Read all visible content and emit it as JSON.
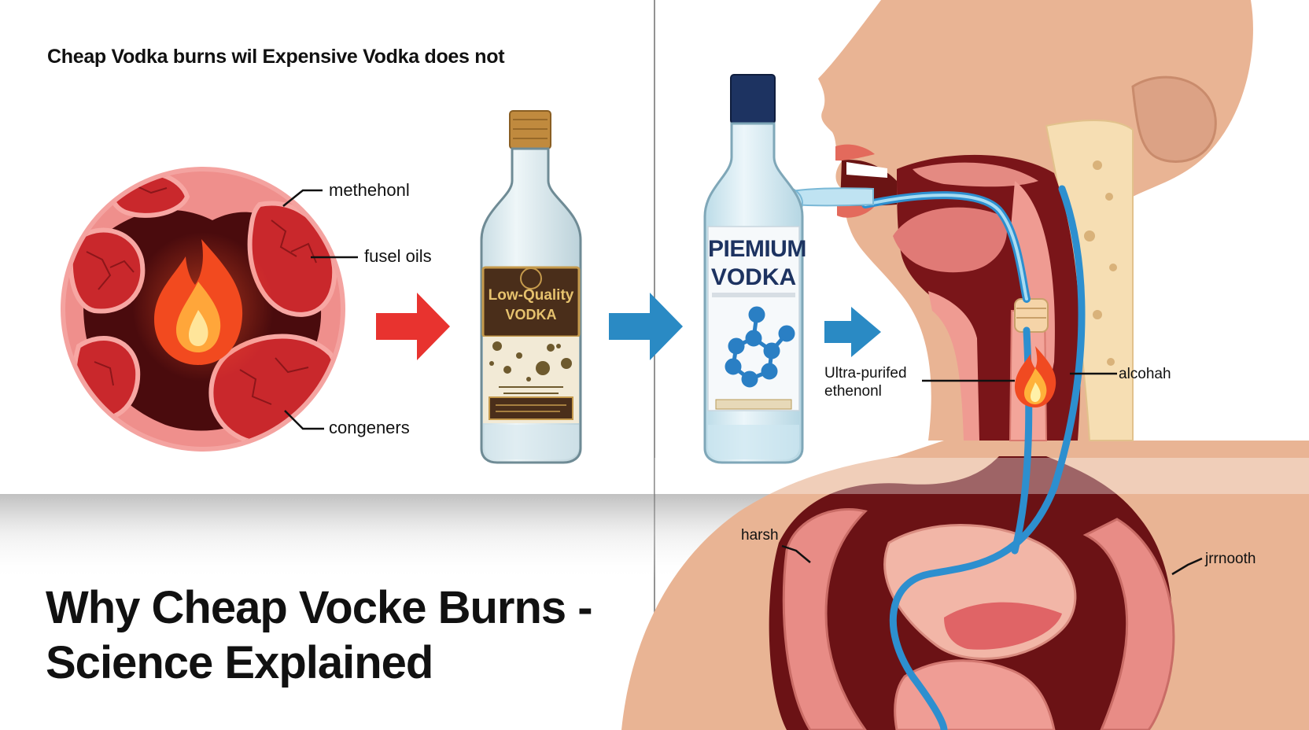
{
  "subtitle": "Cheap Vodka burns wil Expensive Vodka does not",
  "headline": {
    "line1": "Why Cheap Vocke Burns -",
    "line2": "Science Explained"
  },
  "cheap_side": {
    "labels": {
      "methanol": "methehonl",
      "fusel": "fusel oils",
      "congeners": "congeners"
    },
    "bottle": {
      "line1": "Low-Quality",
      "line2": "VODKA"
    }
  },
  "premium_side": {
    "bottle": {
      "line1": "PIEMIUM",
      "line2": "VODKA"
    },
    "label_ethanol": {
      "line1": "Ultra-purifed",
      "line2": "ethenonl"
    }
  },
  "anatomy_labels": {
    "right_throat": "alcohah",
    "harsh": "harsh",
    "smooth": "jrrnooth"
  },
  "colors": {
    "red_arrow": "#e8332f",
    "blue_arrow": "#2a8ac4",
    "skin": "#e9b494",
    "flame_orange": "#f26a1b",
    "tissue_pink": "#ee9a93",
    "dark_tissue": "#5a0f12",
    "premium_navy": "#1d3361"
  },
  "icons": [
    "fire-icon",
    "molecule-icon",
    "arrow-right-icon"
  ]
}
